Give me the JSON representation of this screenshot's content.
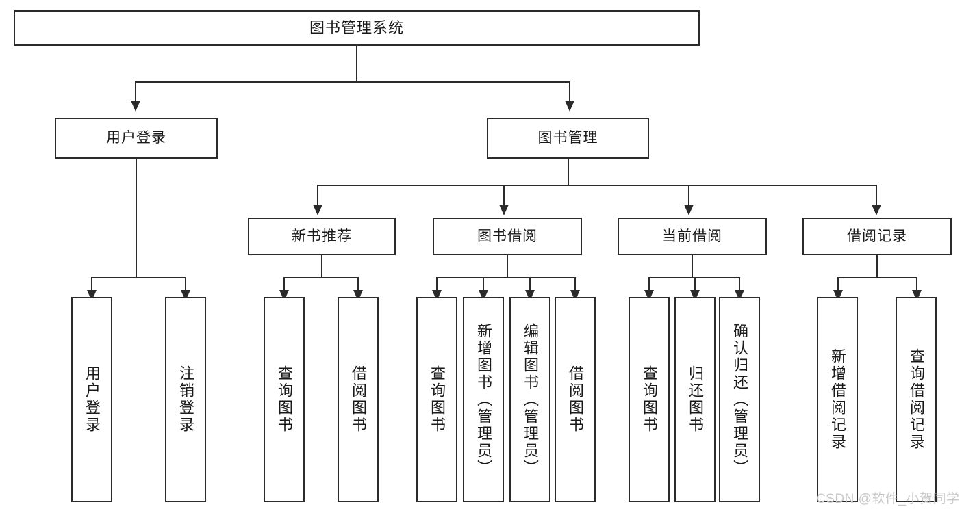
{
  "diagram": {
    "title": "图书管理系统",
    "watermark": "CSDN @软件_小贺同学",
    "colors": {
      "stroke": "#2b2b2b",
      "background": "#ffffff",
      "text": "#1a1a1a",
      "watermark": "#c9c9c9"
    },
    "root": {
      "label": "图书管理系统"
    },
    "level2": [
      {
        "label": "用户登录"
      },
      {
        "label": "图书管理"
      }
    ],
    "level3": [
      {
        "label": "新书推荐"
      },
      {
        "label": "图书借阅"
      },
      {
        "label": "当前借阅"
      },
      {
        "label": "借阅记录"
      }
    ],
    "leaves": {
      "user_login": [
        {
          "label": "用户登录"
        },
        {
          "label": "注销登录"
        }
      ],
      "new_book_recommend": [
        {
          "label": "查询图书"
        },
        {
          "label": "借阅图书"
        }
      ],
      "book_borrow": [
        {
          "label": "查询图书"
        },
        {
          "label": "新增图书（管理员）"
        },
        {
          "label": "编辑图书（管理员）"
        },
        {
          "label": "借阅图书"
        }
      ],
      "current_borrow": [
        {
          "label": "查询图书"
        },
        {
          "label": "归还图书"
        },
        {
          "label": "确认归还（管理员）"
        }
      ],
      "borrow_record": [
        {
          "label": "新增借阅记录"
        },
        {
          "label": "查询借阅记录"
        }
      ]
    }
  }
}
